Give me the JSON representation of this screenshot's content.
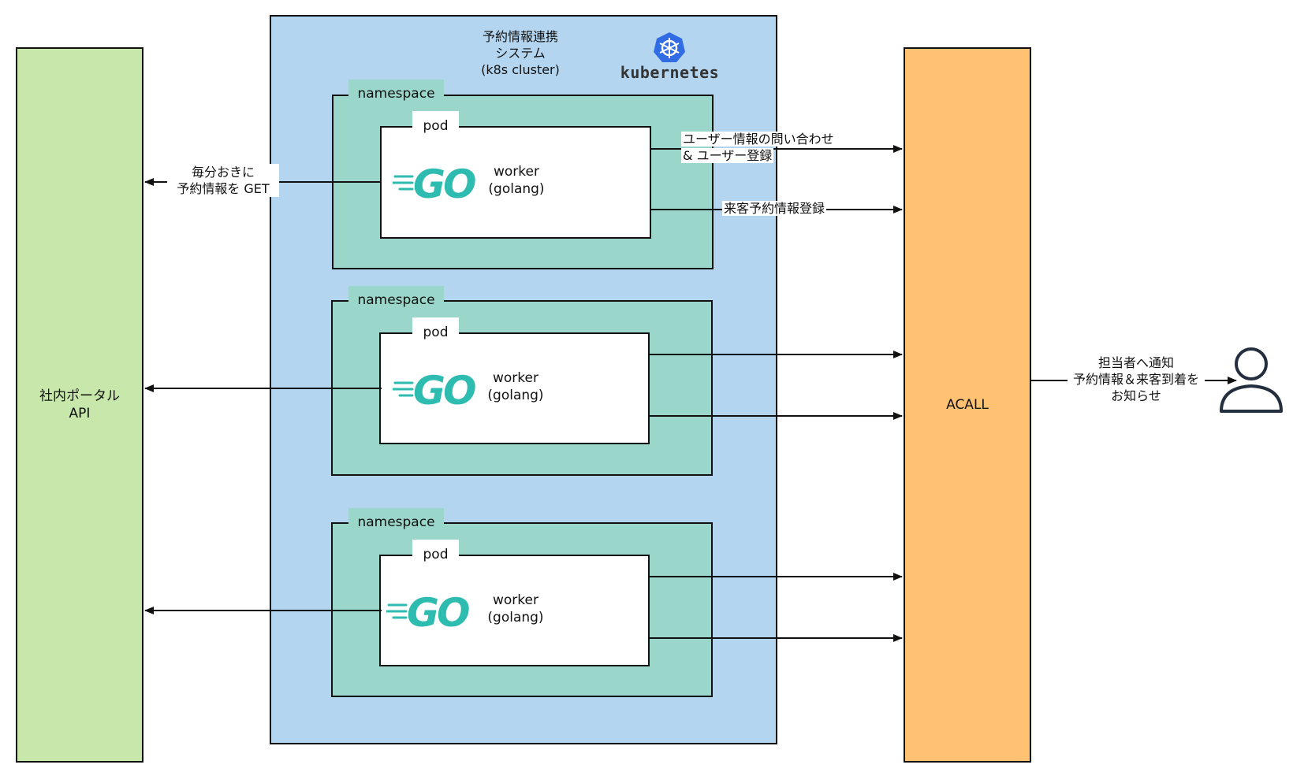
{
  "portal": {
    "label_line1": "社内ポータル",
    "label_line2": "API"
  },
  "cluster": {
    "title_line1": "予約情報連携",
    "title_line2": "システム",
    "title_line3": "(k8s cluster)",
    "logo_text": "kubernetes"
  },
  "namespaces": [
    {
      "label": "namespace",
      "pod_label": "pod",
      "worker_line1": "worker",
      "worker_line2": "(golang)"
    },
    {
      "label": "namespace",
      "pod_label": "pod",
      "worker_line1": "worker",
      "worker_line2": "(golang)"
    },
    {
      "label": "namespace",
      "pod_label": "pod",
      "worker_line1": "worker",
      "worker_line2": "(golang)"
    }
  ],
  "acall": {
    "label": "ACALL"
  },
  "edges": {
    "get_line1": "毎分おきに",
    "get_line2": "予約情報を GET",
    "user_line1": "ユーザー情報の問い合わせ",
    "user_line2": "& ユーザー登録",
    "visit": "来客予約情報登録",
    "notify_line1": "担当者へ通知",
    "notify_line2": "予約情報＆来客到着を",
    "notify_line3": "お知らせ"
  },
  "colors": {
    "portal": "#c8e7ab",
    "cluster": "#b3d5ef",
    "namespace": "#9ad6c9",
    "acall": "#fec272",
    "go": "#2dbcaf",
    "k8s": "#326ce5"
  },
  "icons": [
    "go-logo",
    "kubernetes-logo",
    "user-icon"
  ]
}
